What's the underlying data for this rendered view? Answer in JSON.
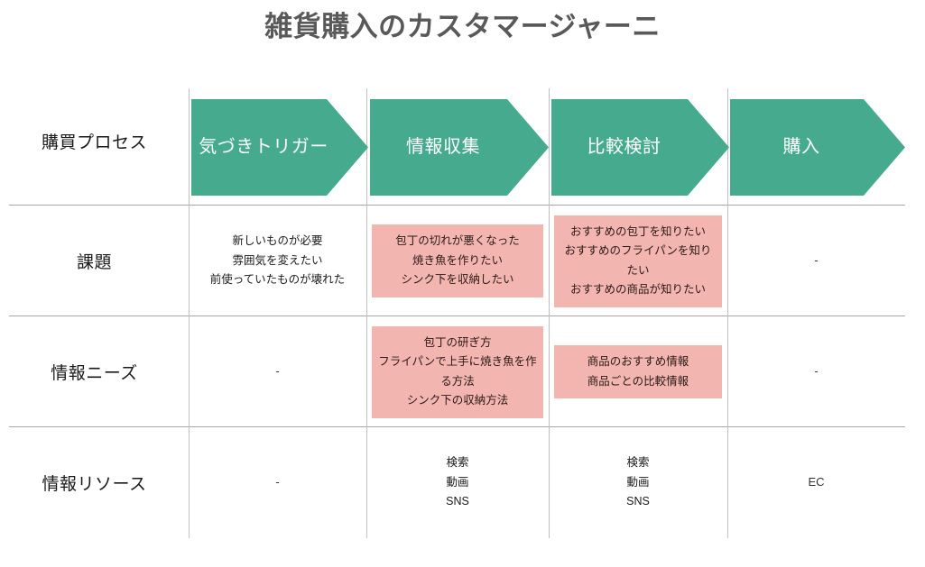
{
  "title": "雑貨購入のカスタマージャーニ",
  "colors": {
    "arrow_green": "#46ab8e",
    "highlight_pink": "#f2b5b0",
    "title_gray": "#595959",
    "separator_gray": "#a6a6a6"
  },
  "process_row": {
    "label": "購買プロセス",
    "stages": [
      {
        "name": "awareness-trigger",
        "lines": [
          "気づき",
          "トリガー"
        ]
      },
      {
        "name": "information-gathering",
        "lines": [
          "情報収集"
        ]
      },
      {
        "name": "comparison",
        "lines": [
          "比較検討"
        ]
      },
      {
        "name": "purchase",
        "lines": [
          "購入"
        ]
      }
    ]
  },
  "rows": [
    {
      "label": "課題",
      "cells": [
        {
          "highlight": false,
          "lines": [
            "新しいものが必要",
            "雰囲気を変えたい",
            "前使っていたものが壊れた"
          ]
        },
        {
          "highlight": true,
          "lines": [
            "包丁の切れが悪くなった",
            "焼き魚を作りたい",
            "シンク下を収納したい"
          ]
        },
        {
          "highlight": true,
          "lines": [
            "おすすめの包丁を知りたい",
            "おすすめのフライパンを知りたい",
            "おすすめの商品が知りたい"
          ]
        },
        {
          "highlight": false,
          "lines": [
            "-"
          ]
        }
      ]
    },
    {
      "label": "情報ニーズ",
      "cells": [
        {
          "highlight": false,
          "lines": [
            "-"
          ]
        },
        {
          "highlight": true,
          "lines": [
            "包丁の研ぎ方",
            "フライパンで上手に焼き魚を作る方法",
            "シンク下の収納方法"
          ]
        },
        {
          "highlight": true,
          "lines": [
            "商品のおすすめ情報",
            "商品ごとの比較情報"
          ]
        },
        {
          "highlight": false,
          "lines": [
            "-"
          ]
        }
      ]
    },
    {
      "label": "情報リソース",
      "cells": [
        {
          "highlight": false,
          "lines": [
            "-"
          ]
        },
        {
          "highlight": false,
          "lines": [
            "検索",
            "動画",
            "SNS"
          ]
        },
        {
          "highlight": false,
          "lines": [
            "検索",
            "動画",
            "SNS"
          ]
        },
        {
          "highlight": false,
          "lines": [
            "EC"
          ]
        }
      ]
    }
  ]
}
